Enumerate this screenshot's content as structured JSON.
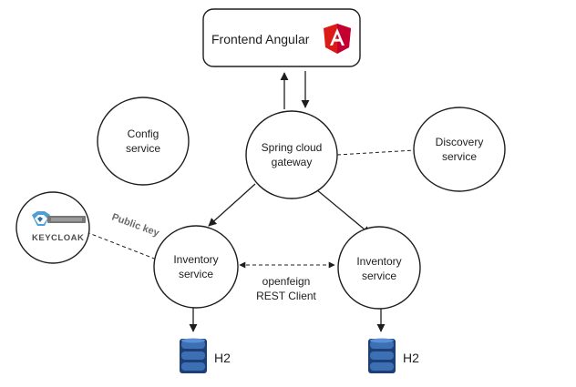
{
  "nodes": {
    "frontend": {
      "label": "Frontend Angular",
      "icon": "angular-logo-icon"
    },
    "config": {
      "label_lines": [
        "Config",
        "service"
      ]
    },
    "gateway": {
      "label_lines": [
        "Spring cloud",
        "gateway"
      ]
    },
    "discovery": {
      "label_lines": [
        "Discovery",
        "service"
      ]
    },
    "keycloak": {
      "label": "KEYCLOAK",
      "icon": "keycloak-logo-icon"
    },
    "inventory_left": {
      "label_lines": [
        "Inventory",
        "service"
      ]
    },
    "inventory_right": {
      "label_lines": [
        "Inventory",
        "service"
      ]
    },
    "db_left": {
      "label": "H2",
      "icon": "database-icon"
    },
    "db_right": {
      "label": "H2",
      "icon": "database-icon"
    }
  },
  "edges": {
    "public_key": "Public key",
    "openfeign": [
      "openfeign",
      "REST Client"
    ]
  },
  "colors": {
    "angular_red": "#dd1b16",
    "angular_dark": "#c3002f",
    "db_blue": "#3d6fb5",
    "db_dark": "#1c3f75",
    "keycloak_blue": "#4d9fd6"
  }
}
